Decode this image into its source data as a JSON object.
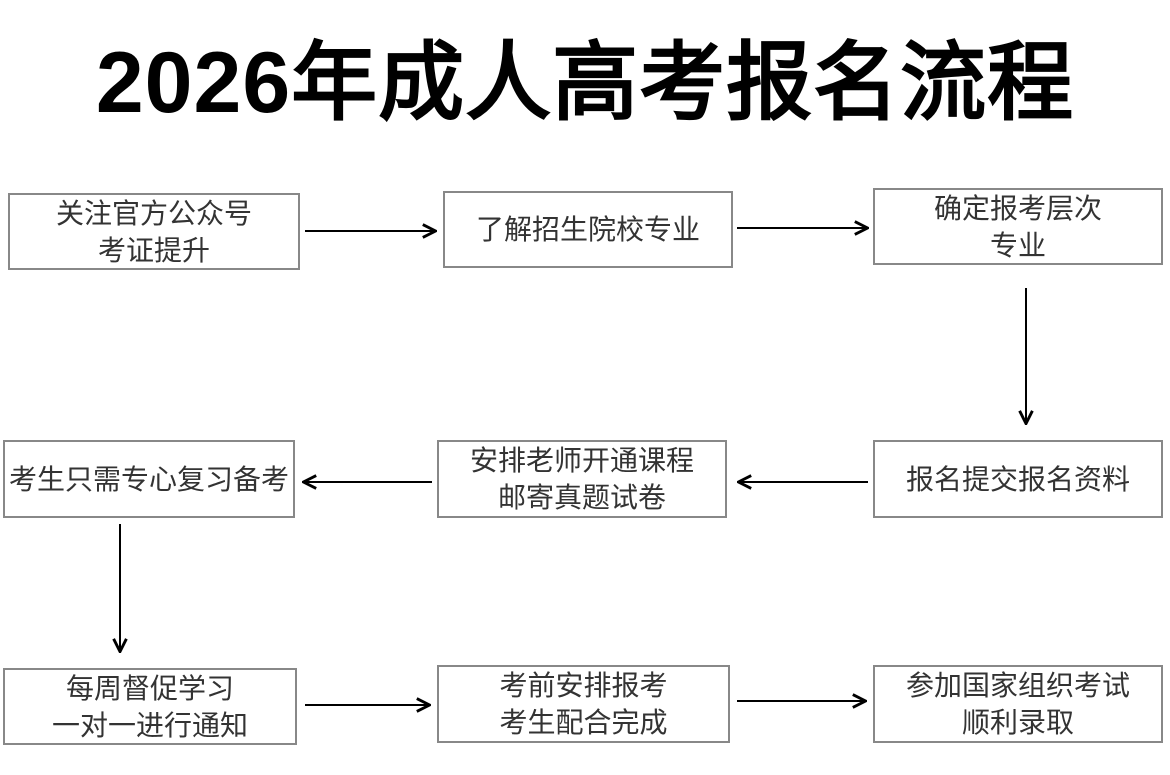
{
  "page": {
    "title": "2026年成人高考报名流程"
  },
  "flow": {
    "nodes": [
      {
        "id": "step-1",
        "line1": "关注官方公众号",
        "line2": "考证提升"
      },
      {
        "id": "step-2",
        "line1": "了解招生院校专业",
        "line2": ""
      },
      {
        "id": "step-3",
        "line1": "确定报考层次",
        "line2": "专业"
      },
      {
        "id": "step-4",
        "line1": "报名提交报名资料",
        "line2": ""
      },
      {
        "id": "step-5",
        "line1": "安排老师开通课程",
        "line2": "邮寄真题试卷"
      },
      {
        "id": "step-6",
        "line1": "考生只需专心复习备考",
        "line2": ""
      },
      {
        "id": "step-7",
        "line1": "每周督促学习",
        "line2": "一对一进行通知"
      },
      {
        "id": "step-8",
        "line1": "考前安排报考",
        "line2": "考生配合完成"
      },
      {
        "id": "step-9",
        "line1": "参加国家组织考试",
        "line2": "顺利录取"
      }
    ],
    "edges": [
      {
        "from": "step-1",
        "to": "step-2",
        "direction": "right"
      },
      {
        "from": "step-2",
        "to": "step-3",
        "direction": "right"
      },
      {
        "from": "step-3",
        "to": "step-4",
        "direction": "down"
      },
      {
        "from": "step-4",
        "to": "step-5",
        "direction": "left"
      },
      {
        "from": "step-5",
        "to": "step-6",
        "direction": "left"
      },
      {
        "from": "step-6",
        "to": "step-7",
        "direction": "down"
      },
      {
        "from": "step-7",
        "to": "step-8",
        "direction": "right"
      },
      {
        "from": "step-8",
        "to": "step-9",
        "direction": "right"
      }
    ],
    "colors": {
      "background": "#ffffff",
      "title_text": "#000000",
      "box_border": "#888888",
      "box_text": "#333333",
      "arrow": "#000000"
    }
  }
}
